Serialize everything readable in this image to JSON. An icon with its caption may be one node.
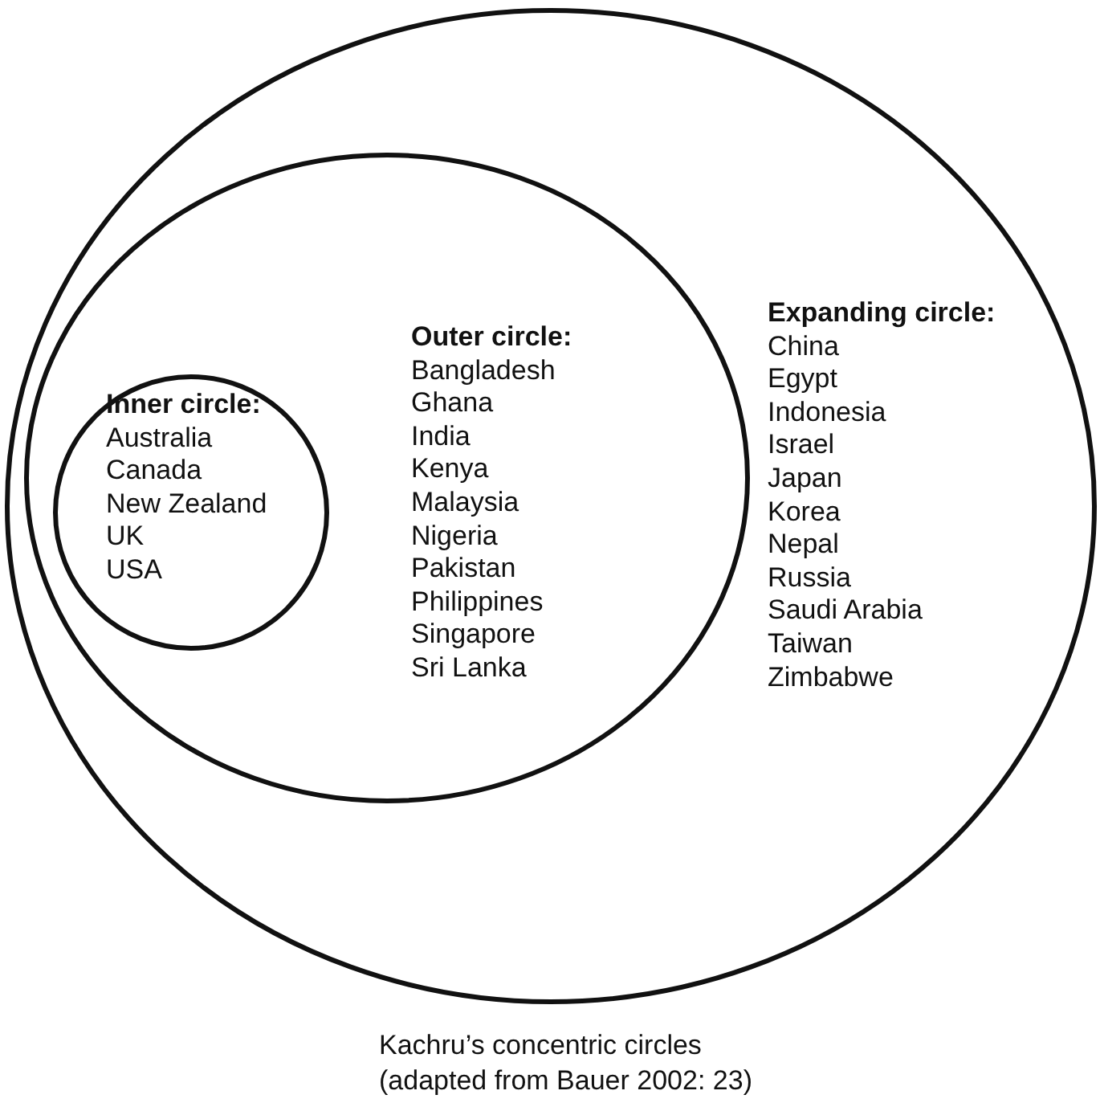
{
  "diagram": {
    "caption": "Kachru’s concentric circles (adapted from Bauer 2002: 23)",
    "nodes": [
      {
        "text": [
          "Expanding circle:",
          "China",
          "Egypt",
          "Indonesia",
          "Israel",
          "Japan",
          "Korea",
          "Nepal",
          "Russia",
          "Saudi Arabia",
          "Taiwan",
          "Zimbabwe"
        ]
      },
      {
        "text": [
          "Outer circle:",
          "Bangladesh",
          "Ghana",
          "India",
          "Kenya",
          "Malaysia",
          "Nigeria",
          "Pakistan",
          "Philippines",
          "Singapore",
          "Sri Lanka"
        ],
        "in": 0
      },
      {
        "text": [
          "Inner circle:",
          "Australia",
          "Canada",
          "New Zealand",
          "UK",
          "USA"
        ],
        "in": 1
      }
    ],
    "edges": []
  }
}
